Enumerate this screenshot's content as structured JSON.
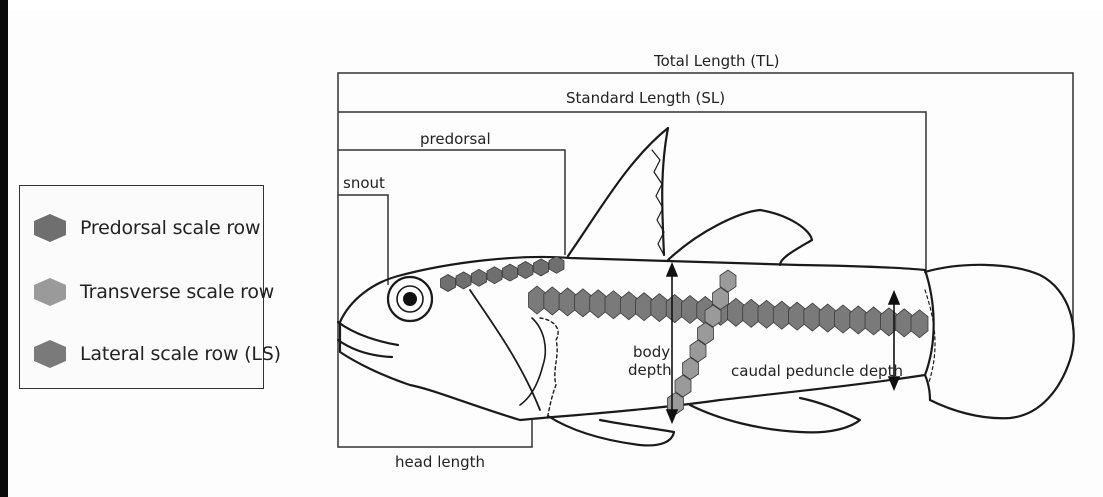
{
  "legend": {
    "items": [
      {
        "label": "Predorsal scale row",
        "color": "#6f6f6f"
      },
      {
        "label": "Transverse scale row",
        "color": "#9a9a9a"
      },
      {
        "label": "Lateral scale row (LS)",
        "color": "#7a7a7a"
      }
    ]
  },
  "labels": {
    "total_length": "Total Length (TL)",
    "standard_length": "Standard Length (SL)",
    "predorsal": "predorsal",
    "snout": "snout",
    "head_length": "head length",
    "body_depth_line1": "body",
    "body_depth_line2": "depth",
    "caudal_peduncle_depth": "caudal peduncle depth"
  },
  "colors": {
    "predorsal_scale": "#6f6f6f",
    "transverse_scale": "#9a9a9a",
    "lateral_scale": "#7a7a7a",
    "outline": "#1a1a1a"
  }
}
